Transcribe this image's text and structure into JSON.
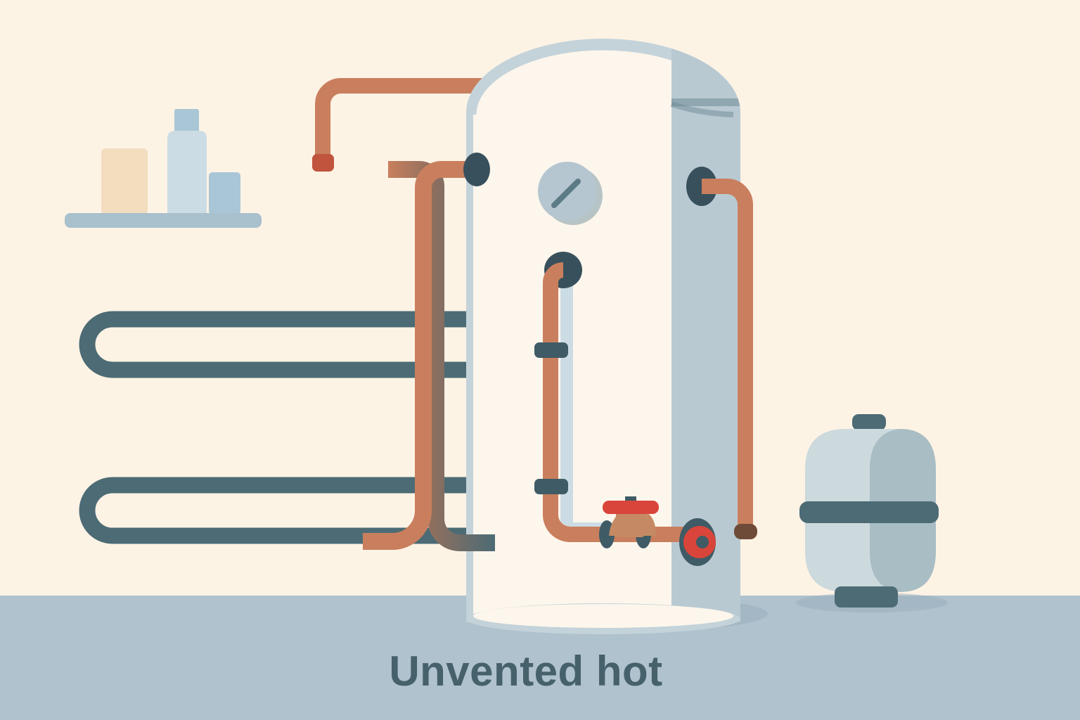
{
  "illustration": {
    "title": "Unvented hot water cylinder illustration",
    "subject": "unvented-hot-water-cylinder",
    "style": "flat vector technical illustration"
  },
  "caption": {
    "text": "Unvented hot",
    "color": "#46616b",
    "align": "center"
  },
  "palette": {
    "background": "#fdf3e5",
    "floor": "#afc2cd",
    "floor_shadow": "#9aafbd",
    "cylinder_body": "#fdf6ec",
    "cylinder_shade": "#b9c9d2",
    "cylinder_outline": "#c4d3da",
    "cylinder_rim": "#6d8a94",
    "copper": "#c97f5d",
    "copper_dark": "#b8704f",
    "copper_cap": "#c0543c",
    "copper_end_cap": "#6e4b38",
    "dark_pipe": "#4c6b75",
    "collar": "#38505c",
    "valve_body": "#c58a63",
    "valve_red": "#d9453a",
    "gauge_face": "#b5c6d0",
    "gauge_shadow": "#7e9aa6",
    "gauge_needle": "#5d7b86",
    "shelf": "#a9c0cd",
    "bottle_tan": "#f2ddbe",
    "bottle_light": "#ccdce4",
    "bottle_blue": "#a9c6d7",
    "vessel_body": "#ccd9dd",
    "vessel_shade": "#a8bdc4",
    "vessel_metal": "#4c6b75"
  },
  "scene_objects": {
    "shelf": {
      "name": "wall shelf with bottles",
      "items": [
        "tan-box",
        "tall-bottle",
        "blue-box"
      ]
    },
    "radiator_pipes": {
      "name": "dark hairpin pipe runs",
      "count": 2,
      "color": "#4c6b75"
    },
    "cylinder": {
      "name": "unvented hot water cylinder",
      "has_dome_top": true,
      "has_pressure_gauge": true,
      "ports": 4
    },
    "gauge": {
      "name": "pressure gauge",
      "needle_direction": "up-right"
    },
    "valve": {
      "name": "gate valve with red handle",
      "handle_color": "#d9453a"
    },
    "valve_wheel": {
      "name": "red handwheel valve",
      "color": "#d9453a"
    },
    "expansion_vessel": {
      "name": "expansion vessel",
      "has_band": true,
      "has_cap": true,
      "has_foot": true
    },
    "copper_pipes": {
      "name": "copper pipework",
      "color": "#c97f5d",
      "runs": [
        "top-left-capped-run",
        "left-riser",
        "inner-riser-to-valve",
        "right-downpipe"
      ]
    }
  }
}
